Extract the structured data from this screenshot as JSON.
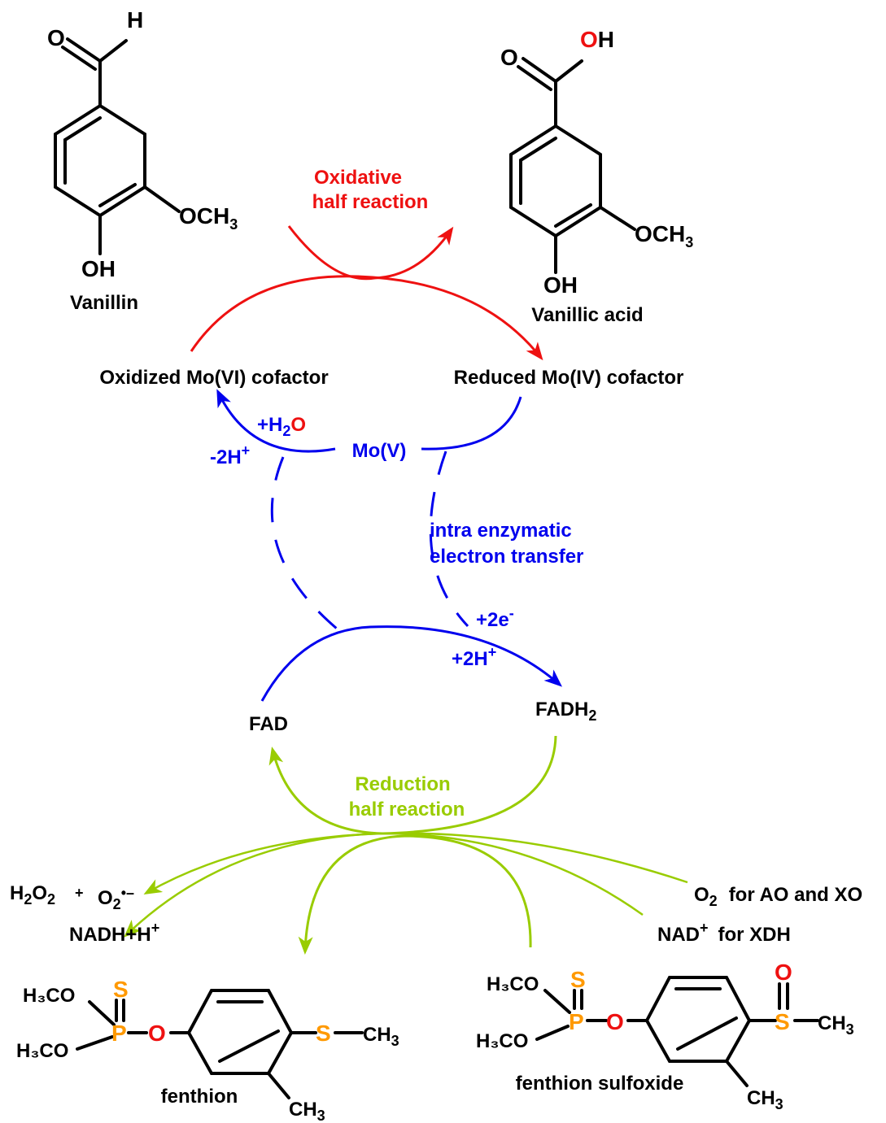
{
  "colors": {
    "red": "#ee1111",
    "blue": "#0000ee",
    "green": "#99cc00",
    "orange": "#ff9900",
    "black": "#000000"
  },
  "molecules": {
    "vanillin": {
      "name": "Vanillin",
      "aldehyde_O": "O",
      "aldehyde_H": "H",
      "methoxy": "OCH",
      "methoxy_sub": "3",
      "hydroxy": "OH"
    },
    "vanillic_acid": {
      "name": "Vanillic acid",
      "carbonyl_O": "O",
      "acid_O": "O",
      "acid_H": "H",
      "methoxy_O": "O",
      "methoxy_rest": "CH",
      "methoxy_sub": "3",
      "hydroxy": "OH"
    },
    "fenthion": {
      "name": "fenthion",
      "P": "P",
      "S_double": "S",
      "ester_O": "O",
      "methoxy_top": "H₃CO",
      "methoxy_bottom": "H₃CO",
      "thio_S": "S",
      "thio_CH3": "CH",
      "thio_sub": "3",
      "ring_CH3": "CH",
      "ring_sub": "3"
    },
    "fenthion_sulfoxide": {
      "name": "fenthion sulfoxide",
      "P": "P",
      "S_double": "S",
      "ester_O": "O",
      "methoxy_top": "H₃CO",
      "methoxy_bottom": "H₃CO",
      "sulfoxide_S": "S",
      "sulfoxide_O": "O",
      "sulfoxide_CH3": "CH",
      "sulfoxide_sub": "3",
      "ring_CH3": "CH",
      "ring_sub": "3"
    }
  },
  "labels": {
    "oxidative_line1": "Oxidative",
    "oxidative_line2": "half reaction",
    "mo6": "Oxidized Mo(VI) cofactor",
    "mo4": "Reduced Mo(IV) cofactor",
    "h2o_plus": "+H",
    "h2o_sub": "2",
    "h2o_O": "O",
    "minus2h": "-2H",
    "minus2h_sup": "+",
    "mo5": "Mo(V)",
    "intra_line1": "intra enzymatic",
    "intra_line2": "electron transfer",
    "plus2e": "+2e",
    "plus2e_sup": "-",
    "plus2h": "+2H",
    "plus2h_sup": "+",
    "fad": "FAD",
    "fadh2": "FADH",
    "fadh2_sub": "2",
    "reduction_line1": "Reduction",
    "reduction_line2": "half reaction",
    "h2o2": "H",
    "h2o2_sub": "2",
    "h2o2_O": "O",
    "h2o2_sub2": "2",
    "plus_sign": "+",
    "superoxide": "O",
    "superoxide_sub": "2",
    "superoxide_sup": "•–",
    "nadh": "NADH+H",
    "nadh_sup": "+",
    "o2": "O",
    "o2_sub": "2",
    "o2_note": "for AO and XO",
    "nad": "NAD",
    "nad_sup": "+",
    "nad_note": "for XDH"
  }
}
